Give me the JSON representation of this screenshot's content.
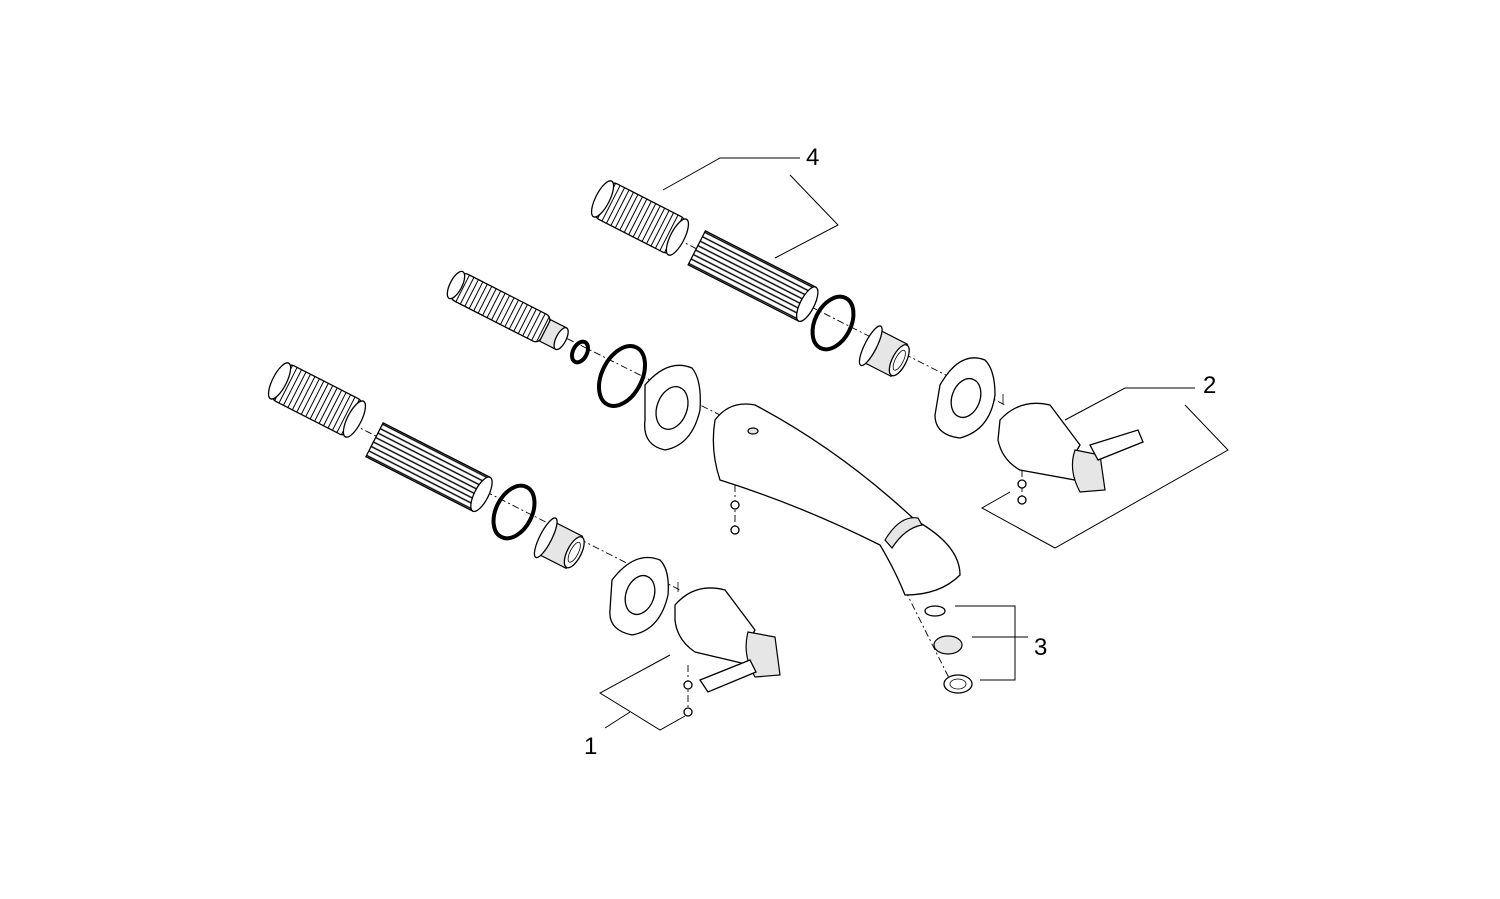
{
  "diagram": {
    "type": "exploded parts view",
    "callouts": [
      {
        "id": "1",
        "label": "1"
      },
      {
        "id": "2",
        "label": "2"
      },
      {
        "id": "3",
        "label": "3"
      },
      {
        "id": "4",
        "label": "4"
      }
    ]
  }
}
